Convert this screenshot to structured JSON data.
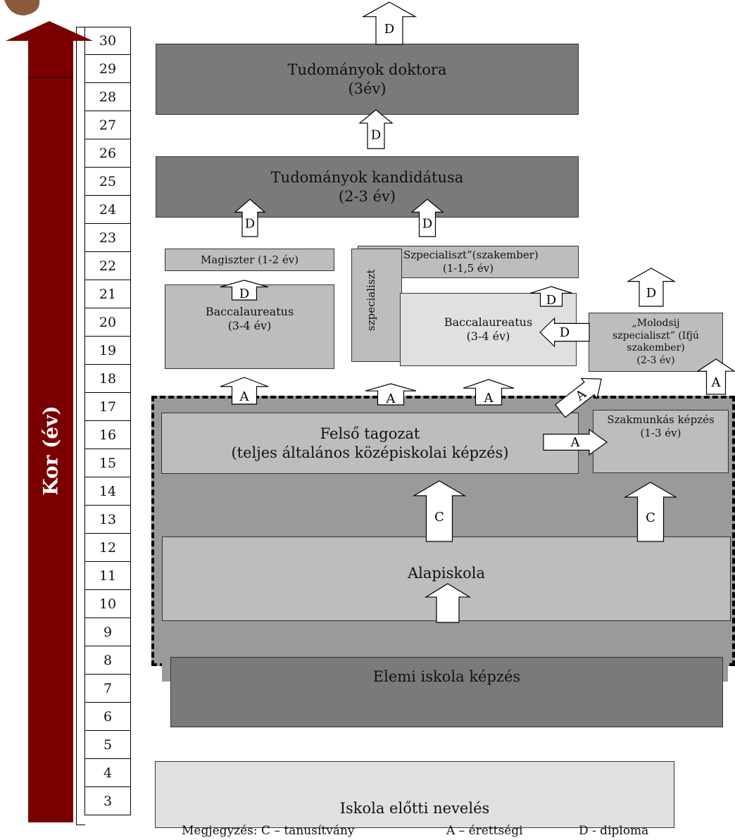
{
  "ages": [
    "30",
    "29",
    "28",
    "27",
    "26",
    "25",
    "24",
    "23",
    "22",
    "21",
    "20",
    "19",
    "18",
    "17",
    "16",
    "15",
    "14",
    "13",
    "12",
    "11",
    "10",
    "9",
    "8",
    "7",
    "6",
    "5",
    "4",
    "3"
  ],
  "axis_label": "Kor (év)",
  "blocks": {
    "doktor": "Tudományok doktora\n(3év)",
    "kandidatus": "Tudományok kandidátusa\n(2-3 év)",
    "magiszter": "Magiszter (1-2 év)",
    "specialist_top": "„Szpecialiszt”(szakember)\n(1-1,5 év)",
    "specialist_vertical": "szpecialiszt",
    "bacc_left": "Baccalaureatus\n(3-4 év)",
    "bacc_right": "Baccalaureatus\n(3-4 év)",
    "molodsij": "„Molodsij\nszpecialiszt” (Ifjú\nszakember)\n(2-3 év)",
    "felso": "Felső tagozat\n(teljes általános középiskolai képzés)",
    "szakmunkas": "Szakmunkás képzés\n(1-3 év)",
    "alapiskola": "Alapiskola",
    "elemi": "Elemi iskola képzés",
    "iskola_elotti": "Iskola előtti nevelés"
  },
  "arrow_letters": {
    "diploma": "D",
    "erettsegi": "A",
    "tanusitvany": "C"
  },
  "legend": {
    "c": "Megjegyzés: C – tanusítvány",
    "a": "A – érettségi",
    "d": "D - diploma"
  },
  "colors": {
    "axis_arrow": "#7a0000",
    "dark": "#7a7a7a",
    "mid": "#a6a6a6",
    "light": "#bdbdbd"
  }
}
